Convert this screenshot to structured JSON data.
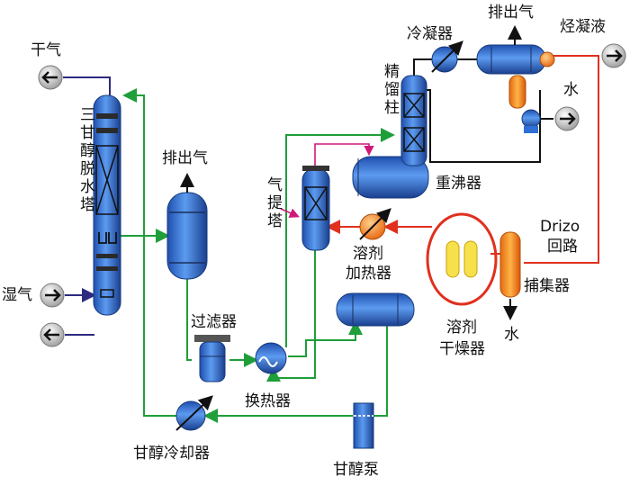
{
  "labels": {
    "dry_gas": "干气",
    "wet_gas": "湿气",
    "teg_tower": "三甘醇脱水塔",
    "vent_mid": "排出气",
    "filter": "过滤器",
    "heat_exchanger": "换热器",
    "glycol_cooler": "甘醇冷却器",
    "glycol_pump": "甘醇泵",
    "stripping_tower": "气提塔",
    "still_column": "精馏柱",
    "reboiler": "重沸器",
    "condenser": "冷凝器",
    "vent_top": "排出气",
    "hydrocarbon_liquid": "烃凝液",
    "water_right": "水",
    "drizo_loop_1": "Drizo",
    "drizo_loop_2": "回路",
    "solvent_heater_1": "溶剂",
    "solvent_heater_2": "加热器",
    "collector": "捕集器",
    "water_bottom": "水",
    "solvent_dryer_1": "溶剂",
    "solvent_dryer_2": "干燥器"
  },
  "colors": {
    "glycol_line": "#1f9e3a",
    "solvent_line": "#e0301e",
    "gas_line": "#2d2a80",
    "vessel_blue": "#2f6fd6",
    "orange": "#f08a1c"
  }
}
